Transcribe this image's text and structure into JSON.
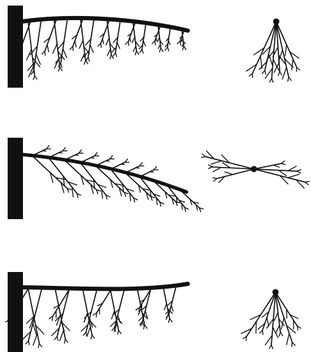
{
  "figure": {
    "ink_color": "#111111",
    "background": "#ffffff",
    "rows": [
      {
        "id": "pendulous",
        "side_view": {
          "branch": "drooping",
          "icon": "wall-bar"
        },
        "end_view": {
          "shape": "inverted-fan"
        }
      },
      {
        "id": "spreading",
        "side_view": {
          "branch": "inclined",
          "icon": "wall-bar"
        },
        "end_view": {
          "shape": "horizontal-spread"
        }
      },
      {
        "id": "upturned-tip",
        "side_view": {
          "branch": "curved-up",
          "icon": "wall-bar"
        },
        "end_view": {
          "shape": "inverted-fan"
        }
      }
    ]
  }
}
